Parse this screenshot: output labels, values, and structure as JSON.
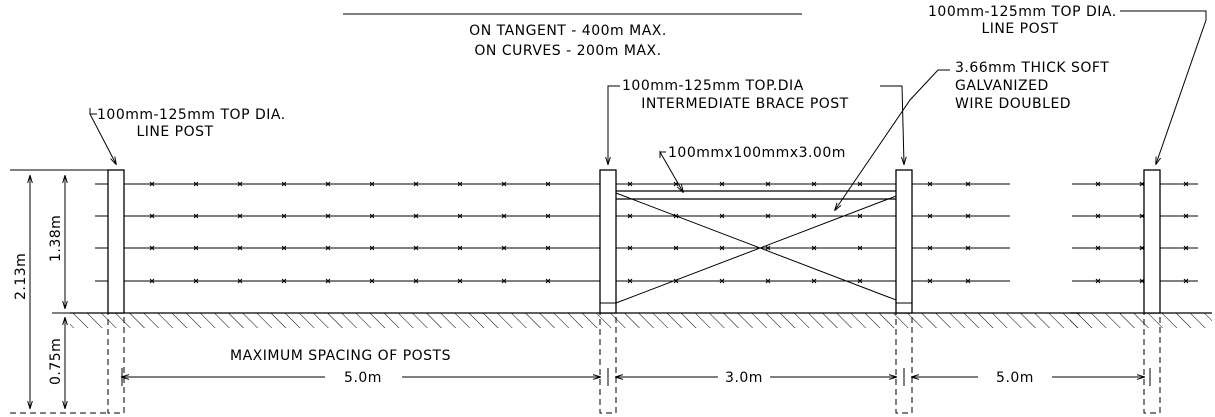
{
  "spacing_note": {
    "tangent": "ON TANGENT - 400m MAX.",
    "curves": "ON CURVES - 200m MAX."
  },
  "callouts": {
    "line_post_left_1": "100mm-125mm TOP DIA.",
    "line_post_left_2": "LINE POST",
    "line_post_right_1": "100mm-125mm TOP DIA.",
    "line_post_right_2": "LINE POST",
    "brace_post_1": "100mm-125mm TOP.DIA",
    "brace_post_2": "INTERMEDIATE BRACE POST",
    "wire_1": "3.66mm THICK SOFT",
    "wire_2": "GALVANIZED",
    "wire_3": "WIRE DOUBLED",
    "brace_bar": "100mmx100mmx3.00m"
  },
  "dimensions": {
    "total_height": "2.13m",
    "above_ground": "1.38m",
    "below_ground": "0.75m",
    "span_1": "5.0m",
    "span_2": "3.0m",
    "span_3": "5.0m",
    "spacing_title": "MAXIMUM SPACING OF POSTS"
  }
}
